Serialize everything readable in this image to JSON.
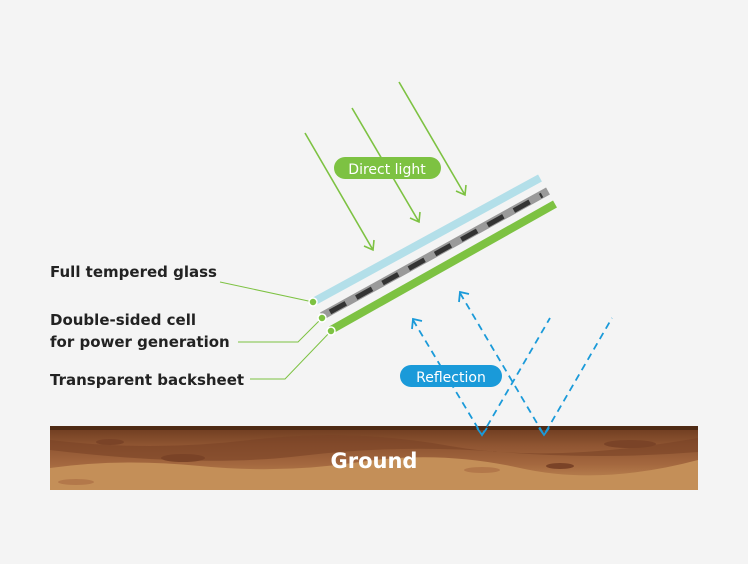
{
  "labels": {
    "direct_light": "Direct light",
    "reflection": "Reflection",
    "ground": "Ground",
    "glass": "Full tempered glass",
    "cell_line1": "Double-sided cell",
    "cell_line2": "for power generation",
    "backsheet": "Transparent backsheet"
  },
  "colors": {
    "background": "#f4f4f4",
    "green": "#7dc242",
    "blue": "#1a9ad9",
    "glass": "#b3dfe9",
    "cell": "#9a9a9a",
    "cell_dash": "#333333",
    "soil_top": "#5a3118",
    "soil_mid": "#8f5532",
    "soil_bottom": "#c8935a"
  }
}
